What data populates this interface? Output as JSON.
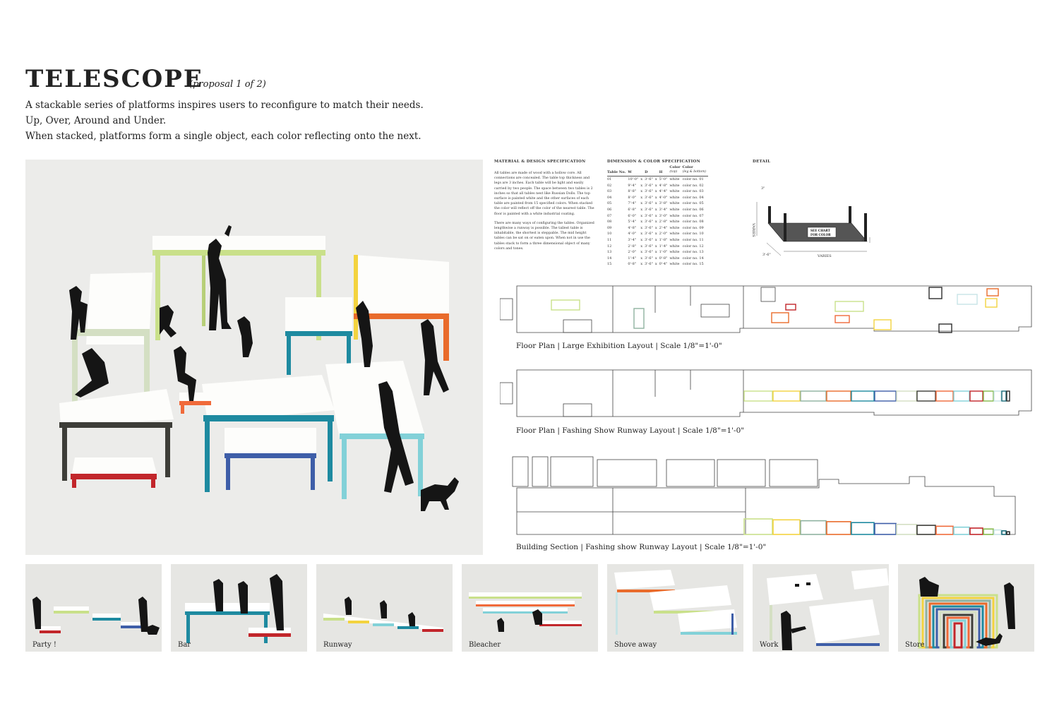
{
  "title": "TELESCOPE",
  "subtitle": "(proposal 1 of 2)",
  "intro": [
    "A stackable series of platforms inspires users to reconfigure to match their needs.",
    "Up, Over, Around and Under.",
    "When stacked, platforms form a single object, each color reflecting onto the next."
  ],
  "material_spec": {
    "heading": "MATERIAL & DESIGN SPECIFICATION",
    "paragraphs": [
      "All tables are made of wood with a hollow core. All connections are concealed. The table top thickness and legs are 3 inches. Each table will be light and easily carried by two people. The space between two tables is 2 inches so that all tables nest like Russian Dolls. The top surface is painted white and the other surfaces of each table are painted from 15 specified colors. When stacked the color will reflect off the color of the nearest table. The floor is painted with a white industrial coating.",
      "There are many ways of configuring the tables. Organized lengthwise a runway is possible. The tallest table is inhabitable, the shortest is steppable. The mid height tables can be sat on or eaten upon. When not in use the tables stack to form a three dimensional object of many colors and tones."
    ]
  },
  "dimension_spec": {
    "heading": "DIMENSION & COLOR SPECIFICATION",
    "headers": [
      "Table No.",
      "W",
      "",
      "D",
      "",
      "H",
      "Color",
      "Color"
    ],
    "header_notes": [
      "",
      "",
      "",
      "",
      "",
      "",
      "(top)",
      "(leg & bottom)"
    ],
    "rows": [
      [
        "01",
        "10'-0\"",
        "x",
        "3'-6\"",
        "x",
        "5'-0\"",
        "white",
        "color no. 01"
      ],
      [
        "02",
        "9'-4\"",
        "x",
        "3'-6\"",
        "x",
        "4'-8\"",
        "white",
        "color no. 02"
      ],
      [
        "03",
        "8'-8\"",
        "x",
        "3'-6\"",
        "x",
        "4'-4\"",
        "white",
        "color no. 03"
      ],
      [
        "04",
        "8'-0\"",
        "x",
        "3'-6\"",
        "x",
        "4'-0\"",
        "white",
        "color no. 04"
      ],
      [
        "05",
        "7'-4\"",
        "x",
        "3'-6\"",
        "x",
        "3'-8\"",
        "white",
        "color no. 05"
      ],
      [
        "06",
        "6'-8\"",
        "x",
        "3'-6\"",
        "x",
        "3'-4\"",
        "white",
        "color no. 06"
      ],
      [
        "07",
        "6'-0\"",
        "x",
        "3'-6\"",
        "x",
        "3'-0\"",
        "white",
        "color no. 07"
      ],
      [
        "08",
        "5'-4\"",
        "x",
        "3'-6\"",
        "x",
        "2'-8\"",
        "white",
        "color no. 08"
      ],
      [
        "09",
        "4'-8\"",
        "x",
        "3'-6\"",
        "x",
        "2'-4\"",
        "white",
        "color no. 09"
      ],
      [
        "10",
        "4'-0\"",
        "x",
        "3'-6\"",
        "x",
        "2'-0\"",
        "white",
        "color no. 10"
      ],
      [
        "11",
        "3'-4\"",
        "x",
        "3'-6\"",
        "x",
        "1'-8\"",
        "white",
        "color no. 11"
      ],
      [
        "12",
        "2'-8\"",
        "x",
        "3'-6\"",
        "x",
        "1'-4\"",
        "white",
        "color no. 12"
      ],
      [
        "13",
        "2'-0\"",
        "x",
        "3'-6\"",
        "x",
        "1'-0\"",
        "white",
        "color no. 13"
      ],
      [
        "14",
        "1'-4\"",
        "x",
        "3'-6\"",
        "x",
        "0'-8\"",
        "white",
        "color no. 14"
      ],
      [
        "15",
        "0'-8\"",
        "x",
        "3'-6\"",
        "x",
        "0'-4\"",
        "white",
        "color no. 15"
      ]
    ]
  },
  "detail": {
    "heading": "DETAIL",
    "dim_top": "3\"",
    "dim_varies_side": "VARIES",
    "dim_depth": "3'-6\"",
    "dim_varies_bottom": "VARIES",
    "dim_leg": "3\"",
    "note_line1": "SEE CHART",
    "note_line2": "FOR COLOR"
  },
  "plans": [
    {
      "caption": "Floor Plan  |  Large Exhibition Layout  |  Scale 1/8\"=1'-0\""
    },
    {
      "caption": "Floor Plan  |  Fashing Show Runway Layout  |  Scale 1/8\"=1'-0\""
    },
    {
      "caption": "Building Section  |  Fashing show Runway Layout  |  Scale 1/8\"=1'-0\""
    }
  ],
  "thumbnails": [
    {
      "label": "Party !"
    },
    {
      "label": "Bar"
    },
    {
      "label": "Runway"
    },
    {
      "label": "Bleacher"
    },
    {
      "label": "Shove away"
    },
    {
      "label": "Work"
    },
    {
      "label": "Store"
    }
  ],
  "table_colors": [
    "#c9e08a",
    "#f3d33f",
    "#8fb2a0",
    "#e96b2b",
    "#1e8aa0",
    "#3e5ea8",
    "#d4dfc3",
    "#3d3d38",
    "#f06a3a",
    "#82d1d8",
    "#c2262b",
    "#84b84a",
    "#c7e3e6",
    "#1b6c7a",
    "#2d2d2d"
  ]
}
